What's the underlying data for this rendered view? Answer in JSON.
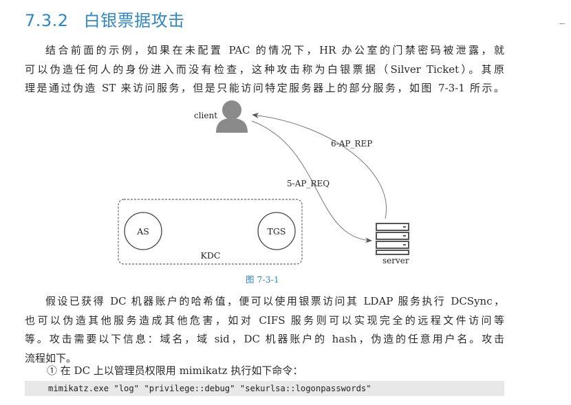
{
  "section": {
    "number": "7.3.2",
    "title": "白银票据攻击"
  },
  "paragraph1": [
    "结合前面的示例，如果在未配置 PAC 的情况下，HR 办公室的门禁密码被泄露，就",
    "可以伪造任何人的身份进入而没有检查，这种攻击称为白银票据（Silver Ticket）。其原",
    "理是通过伪造 ST 来访问服务，但是只能访问特定服务器上的部分服务，如图 7-3-1 所示。"
  ],
  "figure": {
    "client_label": "client",
    "server_label": "server",
    "kdc_label": "KDC",
    "as_label": "AS",
    "tgs_label": "TGS",
    "arrow_req": "5-AP_REQ",
    "arrow_rep": "6-AP_REP",
    "caption": "图 7-3-1"
  },
  "paragraph2": [
    "假设已获得 DC 机器账户的哈希值，便可以使用银票访问其 LDAP 服务执行 DCSync，",
    "也可以伪造其他服务造成其他危害，如对 CIFS 服务则可以实现完全的远程文件访问等",
    "等。攻击需要以下信息：域名，域 sid，DC 机器账户的 hash，伪造的任意用户名。攻击",
    "流程如下。"
  ],
  "step1": "① 在 DC 上以管理员权限用 mimikatz 执行如下命令：",
  "code": "mimikatz.exe \"log\" \"privilege::debug\" \"sekurlsa::logonpasswords\"",
  "colors": {
    "accent": "#2f86c8",
    "figure_gray": "#8a8a8a",
    "code_bg": "#e8e8e8"
  }
}
